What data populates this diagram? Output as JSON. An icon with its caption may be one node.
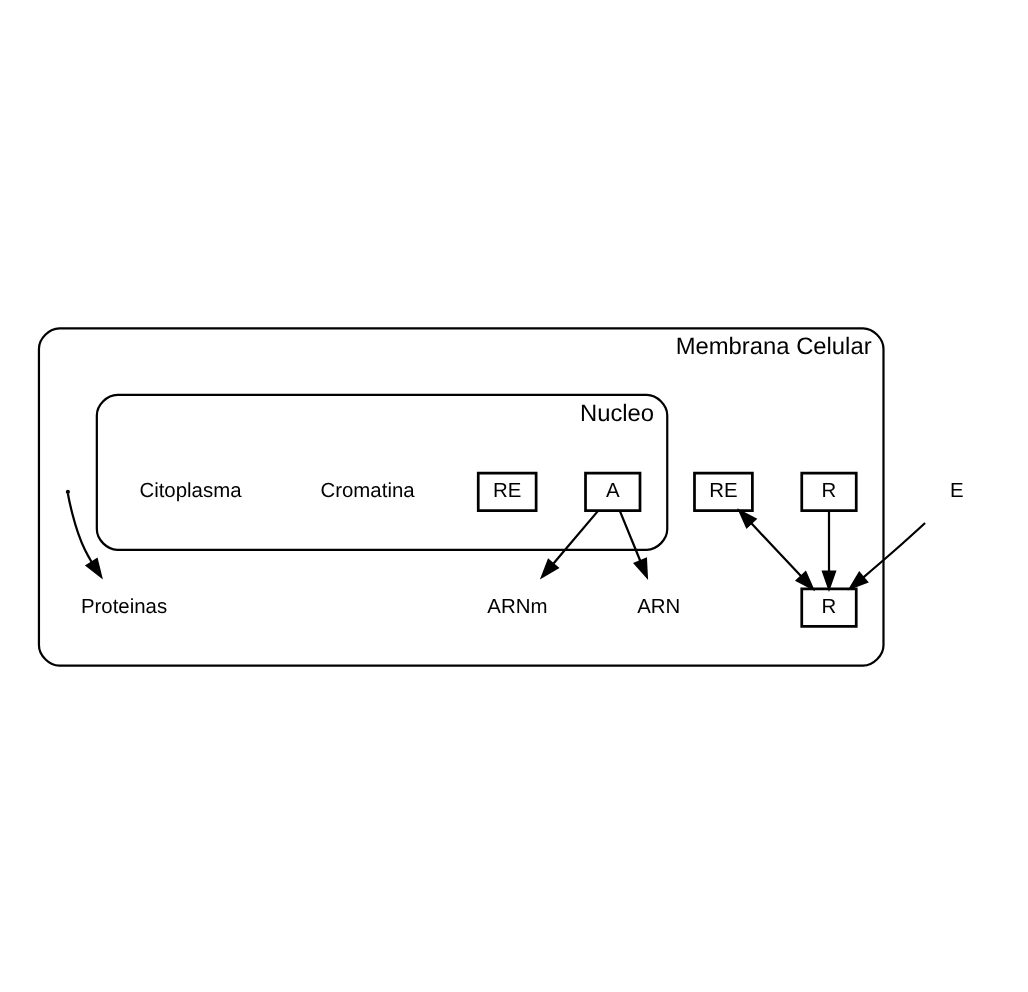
{
  "diagram": {
    "nodes": [
      {
        "text": [
          "Membrana Celular"
        ]
      },
      {
        "text": [
          "E"
        ]
      },
      {
        "text": [
          "R"
        ],
        "in": 0
      },
      {
        "text": [
          "RE"
        ],
        "in": 0
      },
      {
        "text": [
          "R"
        ],
        "in": 0
      },
      {
        "text": [
          "Nucleo"
        ],
        "in": 0
      },
      {
        "text": [
          "A"
        ],
        "in": 5
      },
      {
        "text": [
          "RE"
        ],
        "in": 5
      },
      {
        "text": [
          "ARNm"
        ],
        "in": 0
      },
      {
        "text": [
          "ARN"
        ],
        "in": 0
      },
      {
        "text": [
          "Proteinas"
        ],
        "in": 0
      }
    ],
    "edges": [
      {
        "from": 1,
        "to": 2,
        "arrow": "to"
      },
      {
        "from": 2,
        "to": 3,
        "arrow": "both"
      },
      {
        "from": 4,
        "to": 2,
        "arrow": "to"
      },
      {
        "from": 6,
        "to": 8,
        "arrow": "to"
      },
      {
        "from": 6,
        "to": 9,
        "arrow": "to"
      },
      {
        "from": null,
        "to": 10,
        "arrow": "to"
      }
    ],
    "labels": [
      "Cromatina",
      "Citoplasma"
    ]
  }
}
